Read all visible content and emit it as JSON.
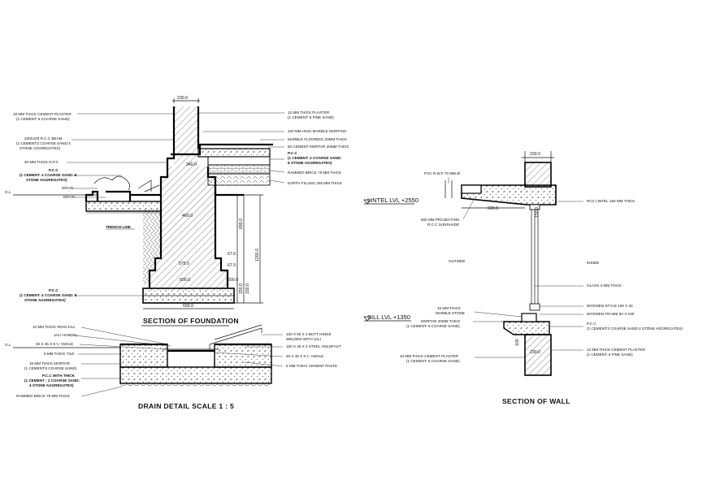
{
  "foundation": {
    "title": "SECTION OF FOUNDATION",
    "left_labels": [
      "15 MM THICK CEMENT PLASTER",
      "(1 CEMENT: 6 COARSE SAND)",
      "230X100 R.C.C BEAM",
      "(1 CEMENT:2 COARSE SAND:4",
      "STONE AGGREGATES)",
      "40 MM THICK D.P.C",
      "P.C.C",
      "(1 CEMENT: 4 COARSE SAND: 8",
      "STONE AGGREGATES)",
      "DRAIN",
      "DRAIN",
      "G.L",
      "P.C.C",
      "(1 CEMENT: 4 COARSE SAND: 8",
      "STONE AGGREGATES)"
    ],
    "right_labels": [
      "12 MM THICK PLASTER",
      "(1 CEMENT: 6 FINE SAND)",
      "100 MM HIGH MARBLE SKIRTING",
      "MARBLE FLOORING 20MM THICK",
      "50 CEMENT MORTAR 20MM THICK",
      "P.C.C",
      "(1 CEMENT: 4 COARSE SAND:",
      "8 STONE AGGREGATES)",
      "RAMMED BRICK 75 MM THICK",
      "EARTH FILLING 255 MM THICK"
    ],
    "trench_line": "TRENCH LINE",
    "dims": [
      "230.0",
      "340.0",
      "460.0",
      "575.0",
      "690.0",
      "600.0",
      "67.5",
      "67.5",
      "150.0",
      "200.0",
      "600.0",
      "1200.0",
      "150.0"
    ]
  },
  "drain": {
    "title": "DRAIN DETAIL   SCALE 1 : 5",
    "left_labels": [
      "10 MM THICK IRON JALI",
      "JALI HANDEL",
      "45 X 45 X 5 'L' ANGLE",
      "5 MM THICK TILE",
      "15 MM THICK MORTAR",
      "(1 CEMENT:6 COARSE SAND)",
      "P.C.C WITH THICK",
      "(1 CEMENT : 2 COARSE SAND:",
      "4 STONE AGGREGATES)",
      "G.L",
      "RAMMED BRICK 75 MM THICK"
    ],
    "right_labels": [
      "100 X 60 X 2 BUTT HINGE",
      "WELDED WITH JALI",
      "150 X 36 X 2 STEEL HOLDFAST",
      "45 X 45 X 5 'L' ANGLE",
      "5 MM THICK CEMENT PASTE"
    ]
  },
  "wall": {
    "title": "SECTION  OF  WALL",
    "lintel_level": "LINTEL  LVL  +2550",
    "sill_level": "SILL  LVL  +1350",
    "left_labels": [
      "PVC R.W.P 70 MM Ø",
      "600 MM PROJECTING",
      "R.C.C SUNSHADE",
      "OUTSIDE",
      "15 MM  THICK",
      "MARBLE STONE",
      "MORTAR 20MM THICK",
      "(1 CEMENT: 6 COARSE SAND)",
      "15 MM THICK CEMENT PLASTER",
      "(1 CEMENT: 6 COARSE SAND)"
    ],
    "right_labels": [
      "RCC LINTEL 150 MM THICK",
      "INSIDE",
      "GLASS 4 MM THICK",
      "WOODEN STYLE 100 X 32",
      "WOODEN FRAME 60 X 100",
      "P.C.C",
      "(1 CEMENT:2 COARSE SAND:4 STONE AGGREGATES)",
      "12 MM THICK CEMENT PLASTER",
      "(1 CEMENT: 6 FINE SAND)"
    ],
    "dims": [
      "230.0",
      "150.0",
      "600.0",
      "100",
      "230.0"
    ]
  },
  "colors": {
    "ink": "#111111",
    "paper": "#ffffff"
  }
}
